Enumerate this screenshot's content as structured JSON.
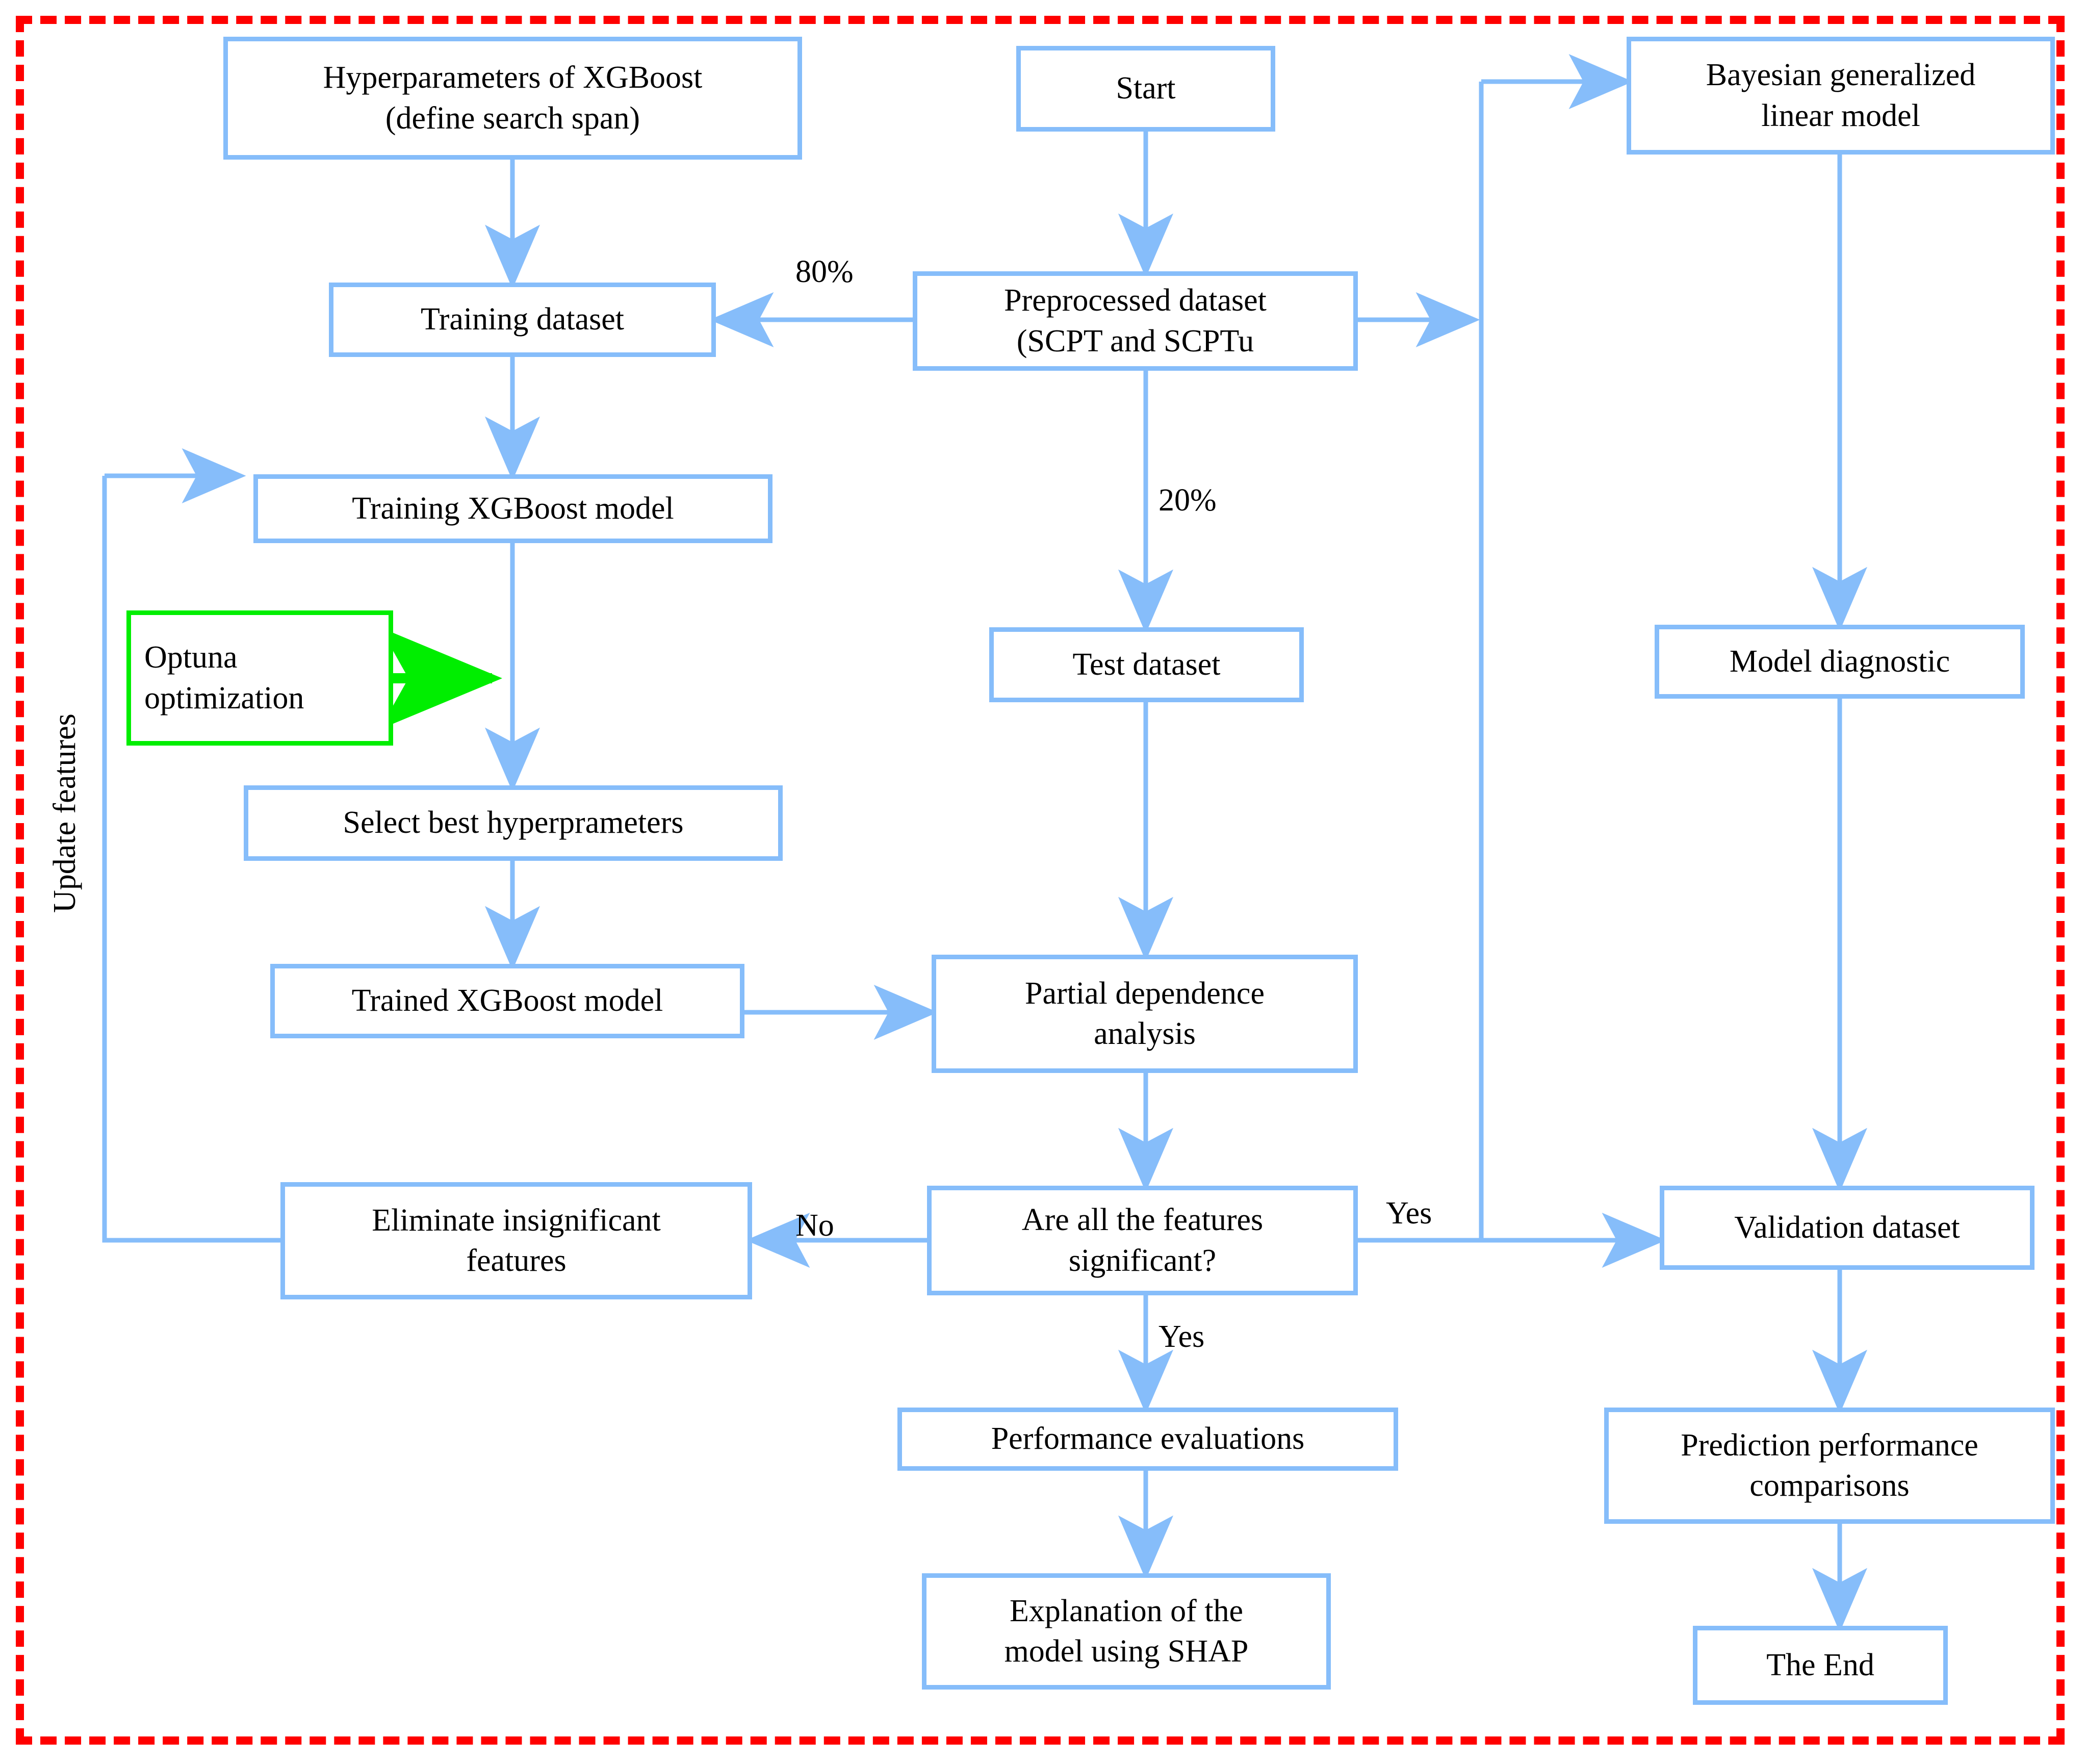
{
  "diagram": {
    "title_absent": true,
    "frame_color": "#ff0000",
    "box_color": "#86bdfa",
    "highlight_color": "#00ee00",
    "text_color": "#000000"
  },
  "nodes": {
    "hyperparameters": {
      "label": "Hyperparameters of XGBoost\n(define search span)"
    },
    "start": {
      "label": "Start"
    },
    "bayesian": {
      "label": "Bayesian generalized\nlinear model"
    },
    "training_dataset": {
      "label": "Training dataset"
    },
    "preprocessed": {
      "label": "Preprocessed dataset\n(SCPT and SCPTu"
    },
    "training_model": {
      "label": "Training XGBoost model"
    },
    "optuna": {
      "label": "Optuna\noptimization"
    },
    "test_dataset": {
      "label": "Test dataset"
    },
    "model_diagnostic": {
      "label": "Model diagnostic"
    },
    "select_best": {
      "label": "Select best hyperprameters"
    },
    "trained_model": {
      "label": "Trained XGBoost model"
    },
    "partial_dependence": {
      "label": "Partial dependence\nanalysis"
    },
    "eliminate": {
      "label": "Eliminate insignificant\nfeatures"
    },
    "decision": {
      "label": "Are all the features\nsignificant?"
    },
    "validation_dataset": {
      "label": "Validation dataset"
    },
    "performance_eval": {
      "label": "Performance evaluations"
    },
    "prediction_comparisons": {
      "label": "Prediction performance\ncomparisons"
    },
    "explanation_shap": {
      "label": "Explanation of the\nmodel using SHAP"
    },
    "the_end": {
      "label": "The End"
    }
  },
  "edge_labels": {
    "split_train": "80%",
    "split_test": "20%",
    "decision_no": "No",
    "decision_yes_right": "Yes",
    "decision_yes_down": "Yes",
    "update_features": "Update features"
  }
}
